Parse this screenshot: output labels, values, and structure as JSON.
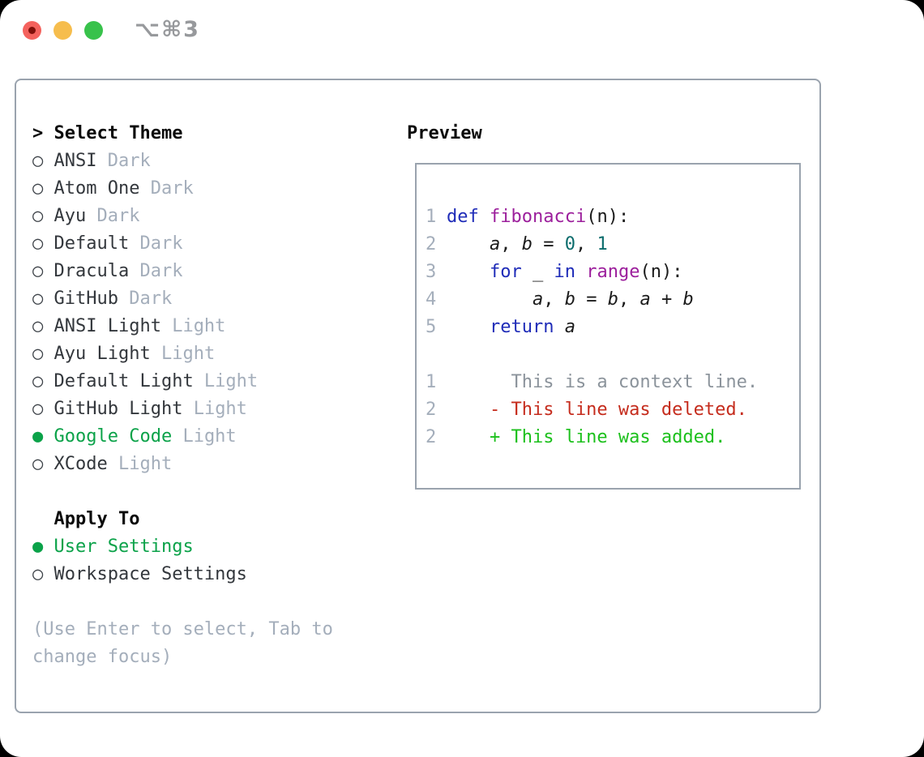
{
  "window": {
    "shortcut_label": "⌥⌘3",
    "traffic_lights": {
      "close_color": "#f4625d",
      "minimize_color": "#f6bd4d",
      "zoom_color": "#38c24b"
    }
  },
  "glyphs": {
    "radio_selected": "●",
    "radio_unselected": "○",
    "header_prompt": ">"
  },
  "colors": {
    "selection_green": "#0ba249",
    "muted_gray": "#a4aebb",
    "panel_border": "#9aa3ae",
    "keyword_blue": "#1f2cb8",
    "function_purple": "#9c1f9c",
    "number_teal": "#0b6c6c",
    "diff_red": "#c52c1d",
    "diff_green": "#1cc01c"
  },
  "theme_picker": {
    "header": {
      "prompt": ">",
      "label": "Select Theme"
    },
    "options": [
      {
        "name": "ANSI",
        "variant": "Dark",
        "selected": false
      },
      {
        "name": "Atom One",
        "variant": "Dark",
        "selected": false
      },
      {
        "name": "Ayu",
        "variant": "Dark",
        "selected": false
      },
      {
        "name": "Default",
        "variant": "Dark",
        "selected": false
      },
      {
        "name": "Dracula",
        "variant": "Dark",
        "selected": false
      },
      {
        "name": "GitHub",
        "variant": "Dark",
        "selected": false
      },
      {
        "name": "ANSI Light",
        "variant": "Light",
        "selected": false
      },
      {
        "name": "Ayu Light",
        "variant": "Light",
        "selected": false
      },
      {
        "name": "Default Light",
        "variant": "Light",
        "selected": false
      },
      {
        "name": "GitHub Light",
        "variant": "Light",
        "selected": false
      },
      {
        "name": "Google Code",
        "variant": "Light",
        "selected": true
      },
      {
        "name": "XCode",
        "variant": "Light",
        "selected": false
      }
    ],
    "apply_to": {
      "label": "Apply To",
      "options": [
        {
          "name": "User Settings",
          "selected": true
        },
        {
          "name": "Workspace Settings",
          "selected": false
        }
      ]
    },
    "help_lines": [
      "(Use Enter to select, Tab to",
      "change focus)"
    ]
  },
  "preview": {
    "title": "Preview",
    "lines": [
      {
        "kind": "code",
        "num": "1",
        "segs": [
          [
            "kw",
            "def"
          ],
          [
            "pl",
            " "
          ],
          [
            "fn",
            "fibonacci"
          ],
          [
            "pl",
            "(n):"
          ]
        ]
      },
      {
        "kind": "code",
        "num": "2",
        "segs": [
          [
            "pl",
            "    "
          ],
          [
            "var",
            "a"
          ],
          [
            "pl",
            ", "
          ],
          [
            "var",
            "b"
          ],
          [
            "pl",
            " = "
          ],
          [
            "lit",
            "0"
          ],
          [
            "pl",
            ", "
          ],
          [
            "lit",
            "1"
          ]
        ]
      },
      {
        "kind": "code",
        "num": "3",
        "segs": [
          [
            "pl",
            "    "
          ],
          [
            "kw",
            "for"
          ],
          [
            "pl",
            " _ "
          ],
          [
            "kw",
            "in"
          ],
          [
            "pl",
            " "
          ],
          [
            "fn",
            "range"
          ],
          [
            "pl",
            "(n):"
          ]
        ]
      },
      {
        "kind": "code",
        "num": "4",
        "segs": [
          [
            "pl",
            "        "
          ],
          [
            "var",
            "a"
          ],
          [
            "pl",
            ", "
          ],
          [
            "var",
            "b"
          ],
          [
            "pl",
            " = "
          ],
          [
            "var",
            "b"
          ],
          [
            "pl",
            ", "
          ],
          [
            "var",
            "a"
          ],
          [
            "pl",
            " + "
          ],
          [
            "var",
            "b"
          ]
        ]
      },
      {
        "kind": "code",
        "num": "5",
        "segs": [
          [
            "pl",
            "    "
          ],
          [
            "kw",
            "return"
          ],
          [
            "pl",
            " "
          ],
          [
            "var",
            "a"
          ]
        ]
      },
      {
        "kind": "blank",
        "num": "",
        "segs": []
      },
      {
        "kind": "context",
        "num": "1",
        "segs": [
          [
            "ctx",
            "      This is a context line."
          ]
        ]
      },
      {
        "kind": "deleted",
        "num": "2",
        "segs": [
          [
            "del",
            "    - This line was deleted."
          ]
        ]
      },
      {
        "kind": "added",
        "num": "2",
        "segs": [
          [
            "add",
            "    + This line was added."
          ]
        ]
      }
    ]
  }
}
